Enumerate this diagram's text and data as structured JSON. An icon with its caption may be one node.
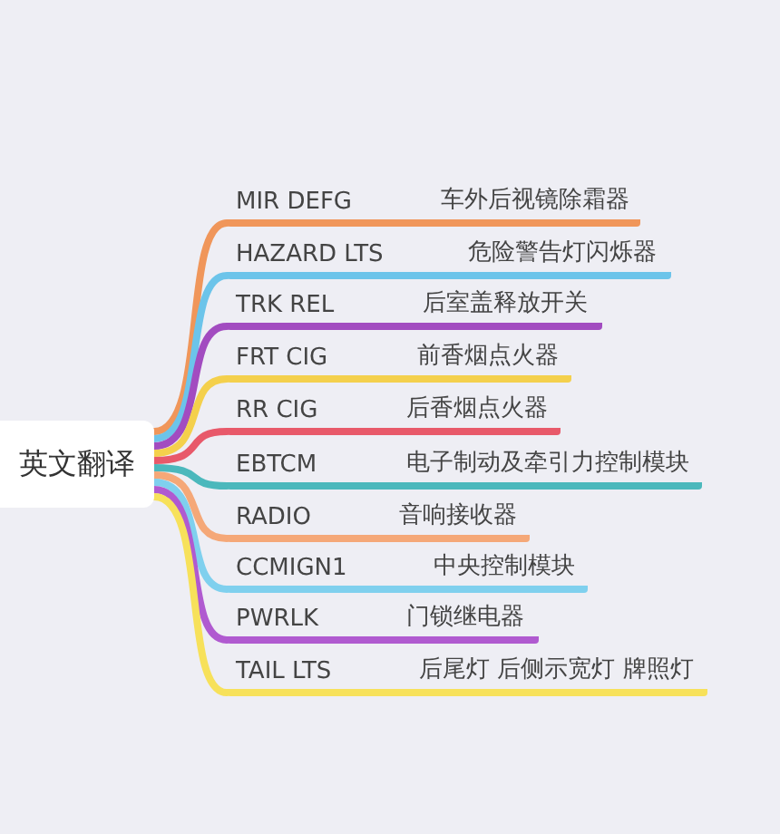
{
  "diagram": {
    "nodes": [
      {
        "text": [
          "英文翻译"
        ]
      },
      {
        "text": [
          "MIR DEFG",
          "车外后视镜除霜器"
        ]
      },
      {
        "text": [
          "HAZARD LTS",
          "危险警告灯闪烁器"
        ]
      },
      {
        "text": [
          "TRK REL",
          "后室盖释放开关"
        ]
      },
      {
        "text": [
          "FRT CIG",
          "前香烟点火器"
        ]
      },
      {
        "text": [
          "RR CIG",
          "后香烟点火器"
        ]
      },
      {
        "text": [
          "EBTCM",
          "电子制动及牵引力控制模块"
        ]
      },
      {
        "text": [
          "RADIO",
          "音响接收器"
        ]
      },
      {
        "text": [
          "CCMIGN1",
          "中央控制模块"
        ]
      },
      {
        "text": [
          "PWRLK",
          "门锁继电器"
        ]
      },
      {
        "text": [
          "TAIL LTS",
          "后尾灯 后侧示宽灯 牌照灯"
        ]
      }
    ],
    "edges": [
      {
        "from": 0,
        "to": 1,
        "arrow": "none",
        "color": "#f0965a"
      },
      {
        "from": 0,
        "to": 2,
        "arrow": "none",
        "color": "#6cc4ea"
      },
      {
        "from": 0,
        "to": 3,
        "arrow": "none",
        "color": "#a24cc0"
      },
      {
        "from": 0,
        "to": 4,
        "arrow": "none",
        "color": "#f4d04c"
      },
      {
        "from": 0,
        "to": 5,
        "arrow": "none",
        "color": "#e8596a"
      },
      {
        "from": 0,
        "to": 6,
        "arrow": "none",
        "color": "#4bb8bc"
      },
      {
        "from": 0,
        "to": 7,
        "arrow": "none",
        "color": "#f5a878"
      },
      {
        "from": 0,
        "to": 8,
        "arrow": "none",
        "color": "#7fd0ee"
      },
      {
        "from": 0,
        "to": 9,
        "arrow": "none",
        "color": "#b05ad0"
      },
      {
        "from": 0,
        "to": 10,
        "arrow": "none",
        "color": "#f7e15a"
      }
    ]
  }
}
